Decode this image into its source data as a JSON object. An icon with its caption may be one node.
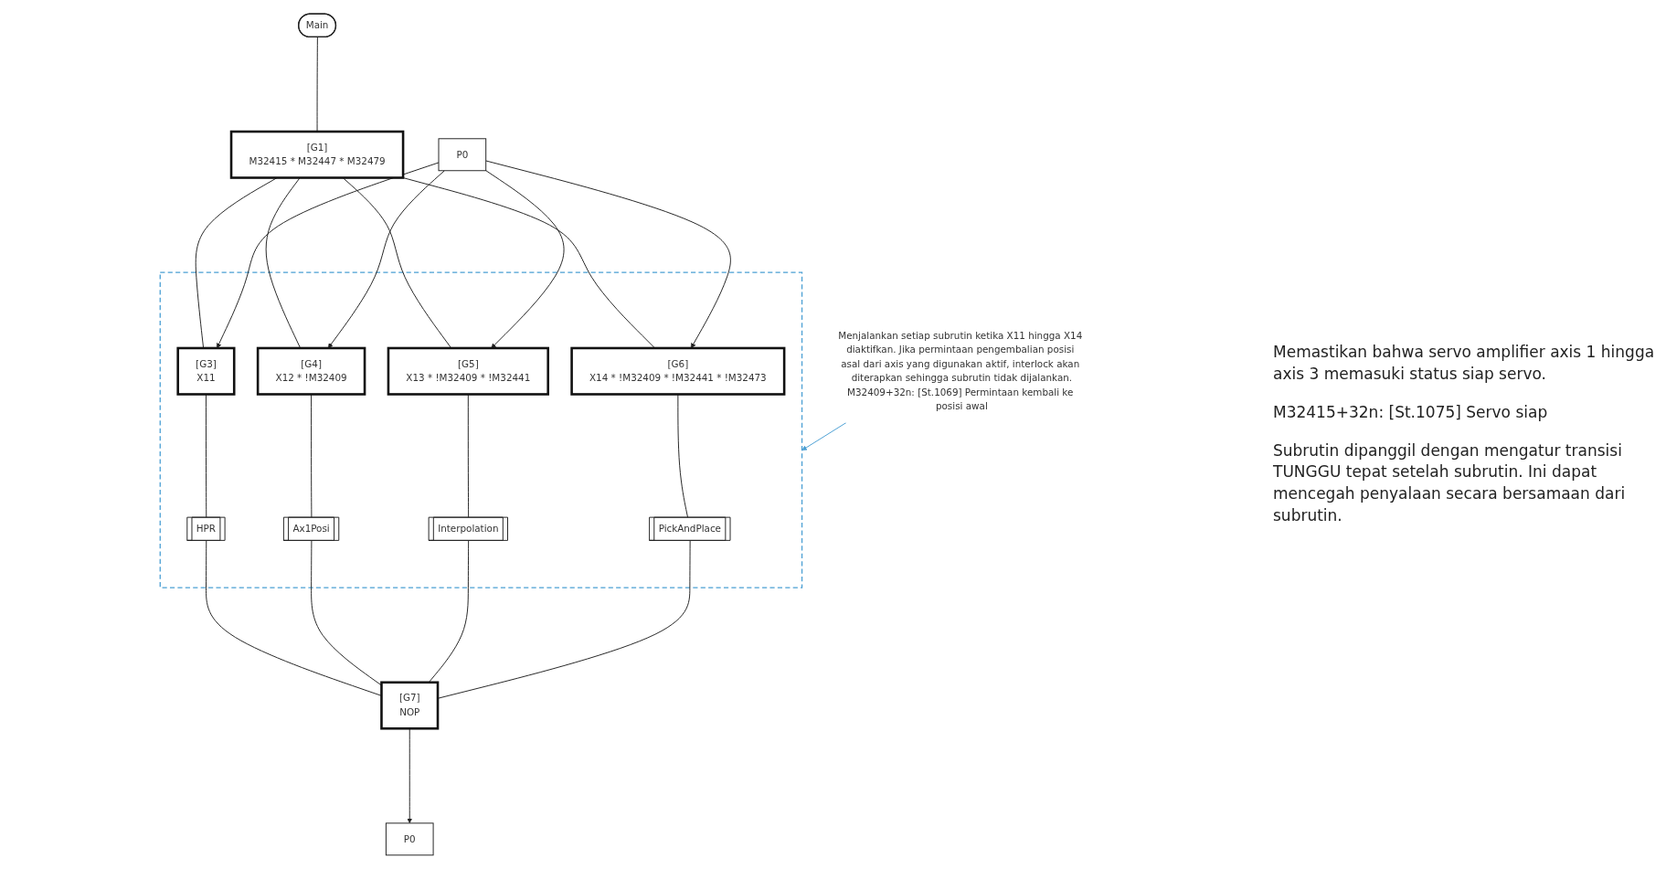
{
  "diagram": {
    "nodes": [
      {
        "text": [
          "Main"
        ]
      },
      {
        "text": [
          "[G1]",
          "M32415 * M32447 * M32479"
        ]
      },
      {
        "text": [
          "Menjalankan setiap subrutin ketika X11 hingga X14 diaktifkan. Jika permintaan pengembalian posisi asal dari axis yang digunakan aktif, interlock akan diterapkan sehingga subrutin tidak dijalankan.",
          "M32409+32n: [St.1069] Permintaan kembali ke posisi awal"
        ]
      },
      {
        "text": [
          "P0"
        ]
      },
      {
        "text": [],
        "shape": "box"
      },
      {
        "text": [
          "[G3]",
          "X11"
        ],
        "in": 4
      },
      {
        "text": [
          "HPR"
        ],
        "in": 4
      },
      {
        "text": [
          "[G4]",
          "X12 * !M32409"
        ],
        "in": 4
      },
      {
        "text": [
          "Ax1Posi"
        ],
        "in": 4
      },
      {
        "text": [
          "[G5]",
          "X13 * !M32409 * !M32441"
        ],
        "in": 4
      },
      {
        "text": [
          "Interpolation"
        ],
        "in": 4
      },
      {
        "text": [
          "[G6]",
          "X14 * !M32409 * !M32441 * !M32473"
        ],
        "in": 4
      },
      {
        "text": [
          "PickAndPlace"
        ],
        "in": 4
      },
      {
        "text": [
          "[G7]",
          "NOP"
        ]
      },
      {
        "text": [
          "P0"
        ]
      }
    ],
    "edges": [
      {
        "from": 0,
        "to": 1,
        "arrow": "none"
      },
      {
        "from": 1,
        "to": 5,
        "arrow": "none"
      },
      {
        "from": 1,
        "to": 7,
        "arrow": "none"
      },
      {
        "from": 1,
        "to": 9,
        "arrow": "none"
      },
      {
        "from": 1,
        "to": 11,
        "arrow": "none"
      },
      {
        "from": 3,
        "to": 5,
        "arrow": "to"
      },
      {
        "from": 3,
        "to": 7,
        "arrow": "to"
      },
      {
        "from": 3,
        "to": 9,
        "arrow": "to"
      },
      {
        "from": 3,
        "to": 11,
        "arrow": "to"
      },
      {
        "from": 2,
        "to": 4,
        "arrow": "to",
        "color": "#4a9fd4"
      },
      {
        "from": 5,
        "to": 6,
        "arrow": "none"
      },
      {
        "from": 7,
        "to": 8,
        "arrow": "none"
      },
      {
        "from": 9,
        "to": 10,
        "arrow": "none"
      },
      {
        "from": 11,
        "to": 12,
        "arrow": "none"
      },
      {
        "from": 6,
        "to": 13,
        "arrow": "none"
      },
      {
        "from": 8,
        "to": 13,
        "arrow": "none"
      },
      {
        "from": 10,
        "to": 13,
        "arrow": "none"
      },
      {
        "from": 12,
        "to": 13,
        "arrow": "none"
      },
      {
        "from": 13,
        "to": 14,
        "arrow": "to"
      }
    ],
    "labels": [
      "Memastikan bahwa servo amplifier axis 1 hingga axis 3 memasuki status siap servo.",
      "M32415+32n: [St.1075] Servo siap",
      "Subrutin dipanggil dengan mengatur transisi TUNGGU tepat setelah subrutin. Ini dapat mencegah penyalaan secara bersamaan dari subrutin."
    ]
  }
}
